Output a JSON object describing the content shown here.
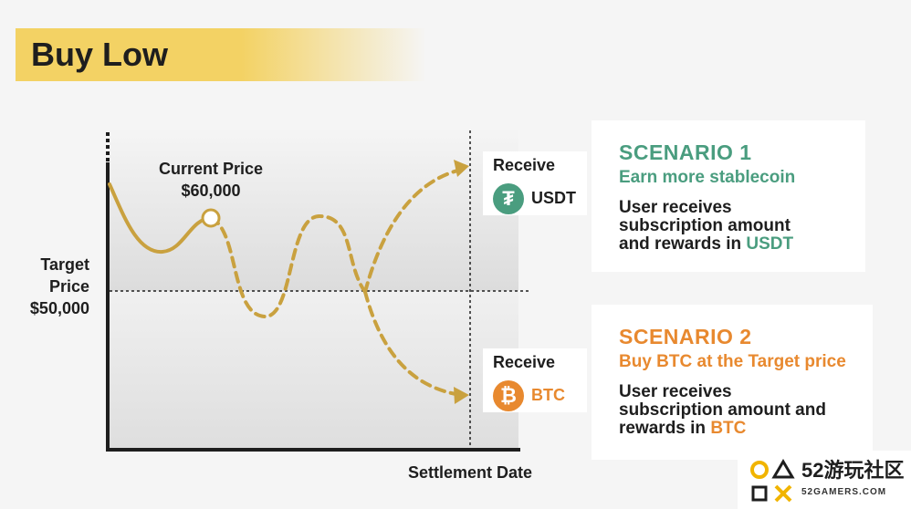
{
  "title": "Buy Low",
  "current_price": {
    "label": "Current Price",
    "value": "$60,000"
  },
  "target_price": {
    "line1": "Target",
    "line2": "Price",
    "value": "$50,000"
  },
  "x_axis_label": "Settlement Date",
  "receive_usdt": {
    "label": "Receive",
    "currency": "USDT",
    "icon": "tether-icon",
    "color": "#4a9d7f"
  },
  "receive_btc": {
    "label": "Receive",
    "currency": "BTC",
    "icon": "bitcoin-icon",
    "color": "#e8892f"
  },
  "scenario1": {
    "heading": "SCENARIO 1",
    "subheading": "Earn more stablecoin",
    "body_line1": "User receives",
    "body_line2": "subscription amount",
    "body_line3_prefix": "and rewards in ",
    "body_line3_highlight": "USDT"
  },
  "scenario2": {
    "heading": "SCENARIO 2",
    "subheading": "Buy BTC at the Target price",
    "body_line1": "User receives",
    "body_line2": "subscription amount and",
    "body_line3_prefix": "rewards in ",
    "body_line3_highlight": "BTC"
  },
  "watermark": {
    "brand": "52游玩社区",
    "site": "52GAMERS.COM",
    "icon": "gamepad-shapes-icon"
  },
  "colors": {
    "banner": "#f3d264",
    "curve": "#c9a13f",
    "usdt": "#4a9d7f",
    "btc": "#e8892f",
    "text": "#1e1e1e"
  }
}
